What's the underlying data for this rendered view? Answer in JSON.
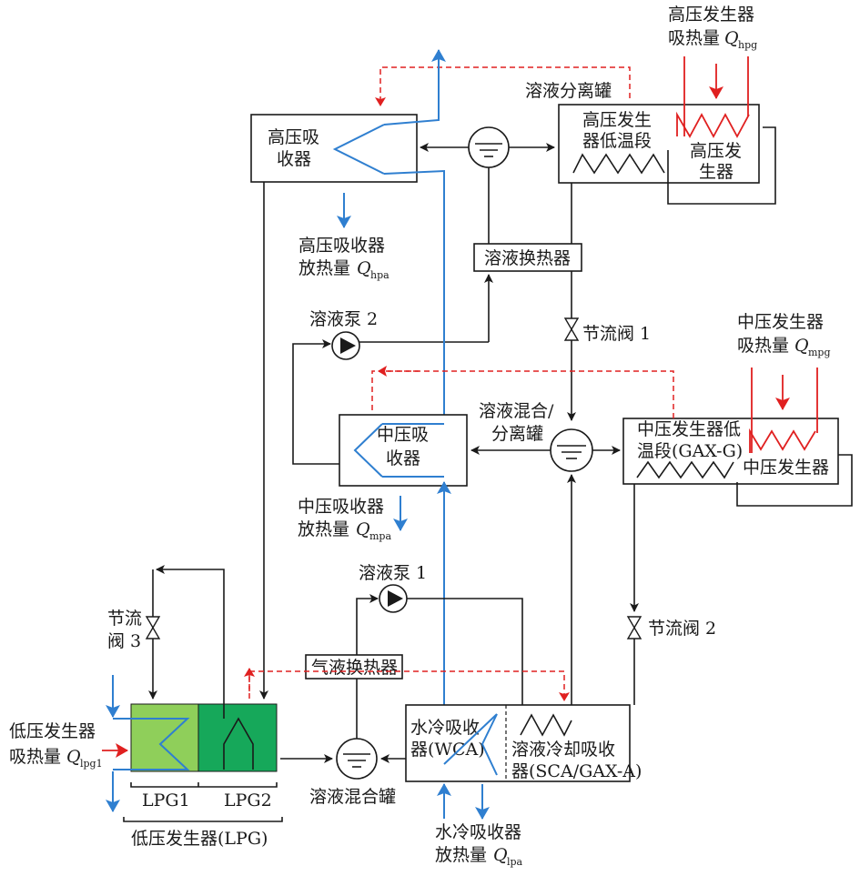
{
  "components": {
    "high_absorber": [
      "高压吸",
      "收器"
    ],
    "high_gen_low_temp": [
      "高压发生",
      "器低温段"
    ],
    "high_generator": [
      "高压发",
      "生器"
    ],
    "solution_separator": "溶液分离罐",
    "solution_hx": "溶液换热器",
    "pump2": "溶液泵 2",
    "valve1": "节流阀 1",
    "mix_sep_tank": [
      "溶液混合/",
      "分离罐"
    ],
    "mid_absorber": [
      "中压吸",
      "收器"
    ],
    "mid_gen_low_temp": [
      "中压发生器低",
      "温段(GAX-G)"
    ],
    "mid_generator": "中压发生器",
    "pump1": "溶液泵 1",
    "valve2": "节流阀 2",
    "valve3": [
      "节流",
      "阀 3"
    ],
    "gas_liquid_hx": "气液换热器",
    "wca": [
      "水冷吸收",
      "器(WCA)"
    ],
    "sca": [
      "溶液冷却吸收",
      "器(SCA/GAX-A)"
    ],
    "mix_tank": "溶液混合罐",
    "lpg1": "LPG1",
    "lpg2": "LPG2",
    "lpg": "低压发生器(LPG)"
  },
  "heat_labels": {
    "q_hpg": {
      "line1": "高压发生器",
      "line2": "吸热量",
      "symbol": "Q",
      "sub": "hpg"
    },
    "q_hpa": {
      "line1": "高压吸收器",
      "line2": "放热量",
      "symbol": "Q",
      "sub": "hpa"
    },
    "q_mpg": {
      "line1": "中压发生器",
      "line2": "吸热量",
      "symbol": "Q",
      "sub": "mpg"
    },
    "q_mpa": {
      "line1": "中压吸收器",
      "line2": "放热量",
      "symbol": "Q",
      "sub": "mpa"
    },
    "q_lpg1": {
      "line1": "低压发生器",
      "line2": "吸热量",
      "symbol": "Q",
      "sub": "lpg1"
    },
    "q_lpa": {
      "line1": "水冷吸收器",
      "line2": "放热量",
      "symbol": "Q",
      "sub": "lpa"
    }
  },
  "colors": {
    "line": "#1a1a1a",
    "cooling_water": "#2f7fd0",
    "heat_input": "#e02020",
    "lpg1_fill": "#8fcf5a",
    "lpg2_fill": "#16a85a"
  }
}
